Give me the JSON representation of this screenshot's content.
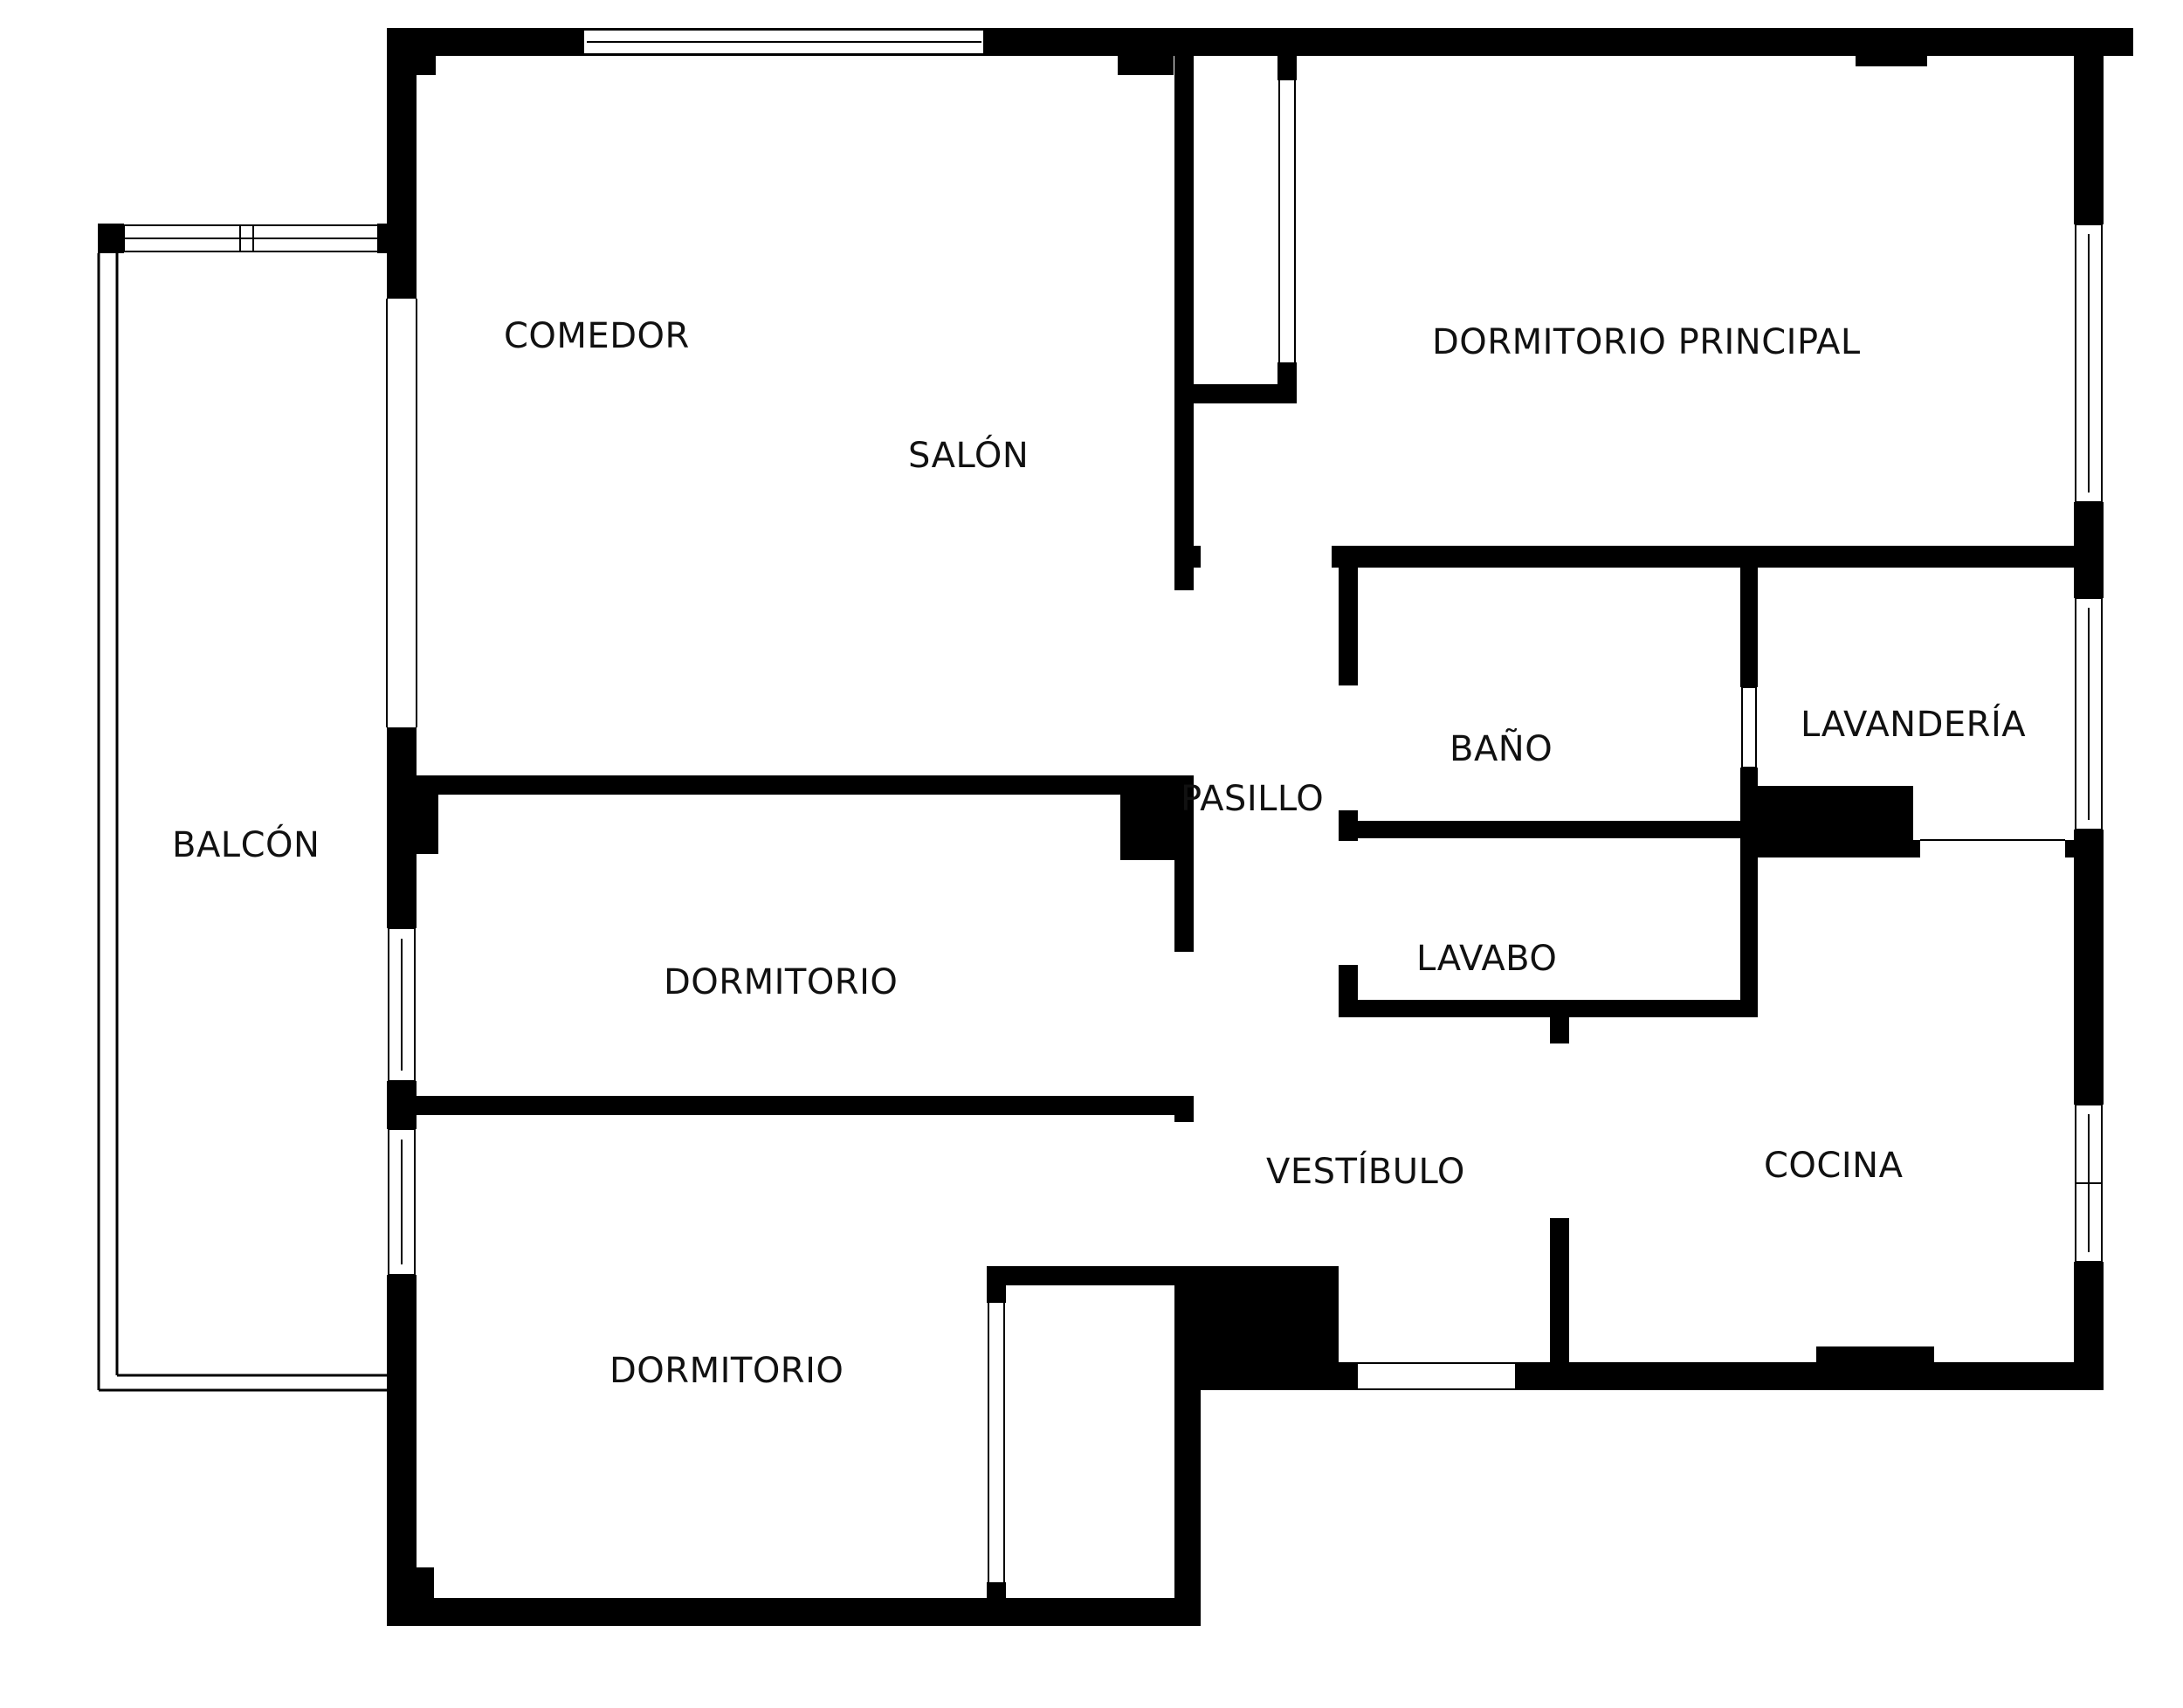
{
  "rooms": {
    "comedor": "COMEDOR",
    "salon": "SALÓN",
    "dormitorio_principal": "DORMITORIO PRINCIPAL",
    "balcon": "BALCÓN",
    "pasillo": "PASILLO",
    "bano": "BAÑO",
    "lavanderia": "LAVANDERÍA",
    "lavabo": "LAVABO",
    "dormitorio_1": "DORMITORIO",
    "dormitorio_2": "DORMITORIO",
    "vestibulo": "VESTÍBULO",
    "cocina": "COCINA"
  },
  "colors": {
    "wall": "#000000",
    "background": "#ffffff",
    "text": "#111111"
  }
}
